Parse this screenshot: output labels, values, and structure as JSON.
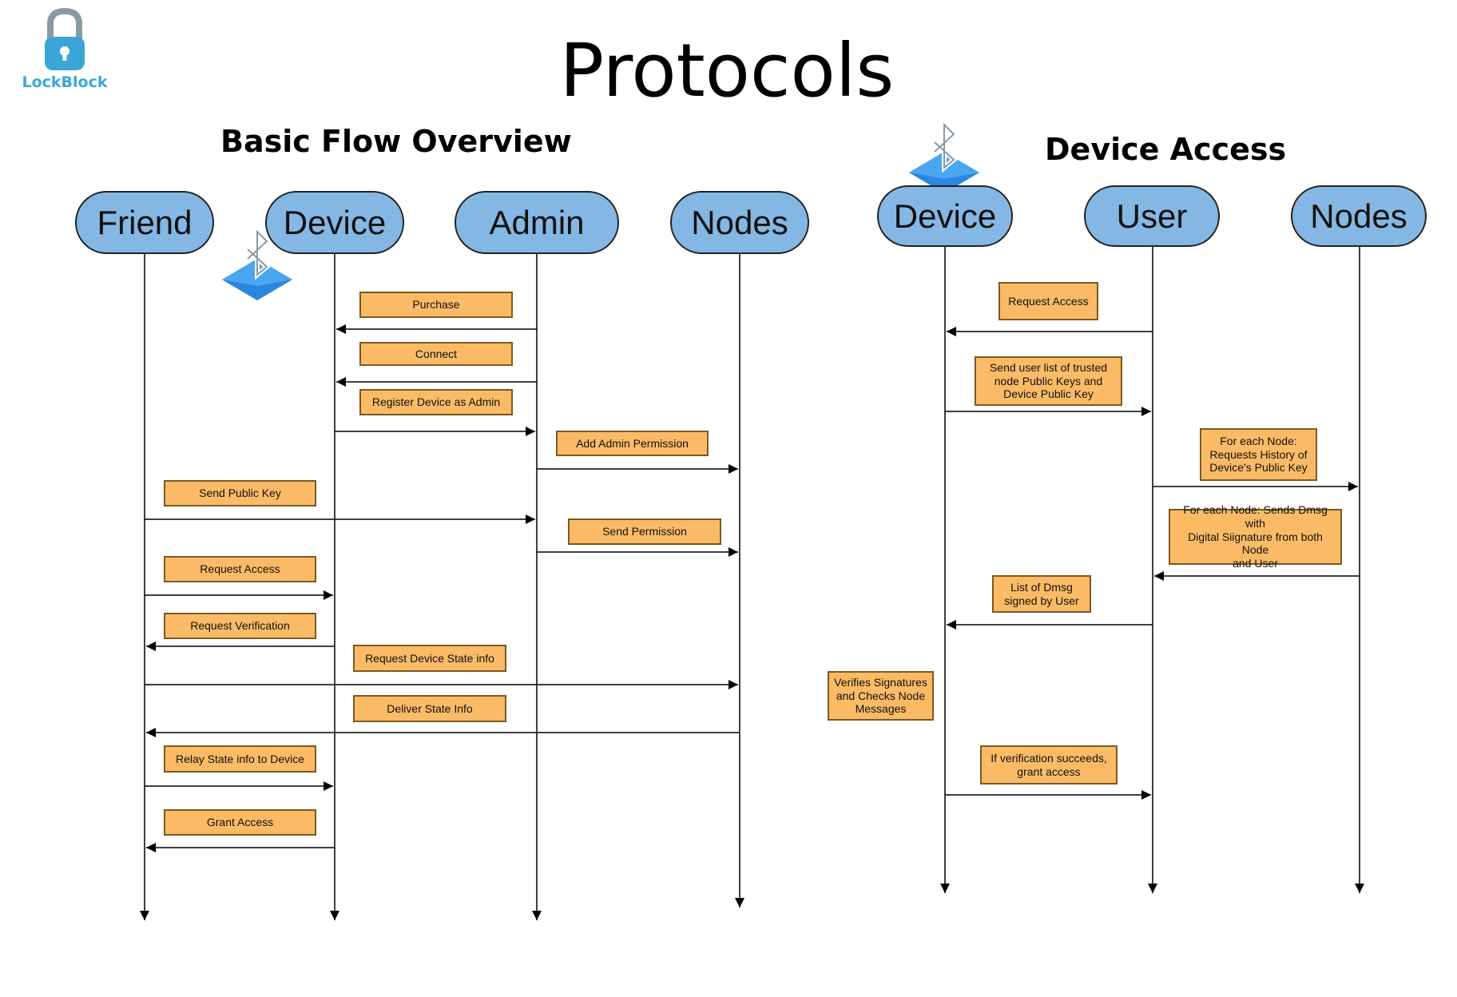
{
  "brand": {
    "logo_text": "LockBlock",
    "logo_icon": "padlock-icon",
    "accent": "#3aa6d8"
  },
  "title": "Protocols",
  "colors": {
    "actor_fill": "#84b7e3",
    "message_fill": "#fbbb66",
    "line": "#000000",
    "bluetooth": "#2a86e0"
  },
  "basic_flow": {
    "title": "Basic Flow Overview",
    "actors": [
      "Friend",
      "Device",
      "Admin",
      "Nodes"
    ],
    "messages": [
      {
        "label": "Purchase",
        "from": "Admin",
        "to": "Device"
      },
      {
        "label": "Connect",
        "from": "Admin",
        "to": "Device"
      },
      {
        "label": "Register Device as Admin",
        "from": "Device",
        "to": "Admin"
      },
      {
        "label": "Add Admin Permission",
        "from": "Admin",
        "to": "Nodes"
      },
      {
        "label": "Send Public Key",
        "from": "Friend",
        "to": "Admin"
      },
      {
        "label": "Send Permission",
        "from": "Admin",
        "to": "Nodes"
      },
      {
        "label": "Request Access",
        "from": "Friend",
        "to": "Device"
      },
      {
        "label": "Request Verification",
        "from": "Device",
        "to": "Friend"
      },
      {
        "label": "Request Device State info",
        "from": "Friend",
        "to": "Nodes"
      },
      {
        "label": "Deliver State Info",
        "from": "Nodes",
        "to": "Friend"
      },
      {
        "label": "Relay State info to Device",
        "from": "Friend",
        "to": "Device"
      },
      {
        "label": "Grant Access",
        "from": "Device",
        "to": "Friend"
      }
    ]
  },
  "device_access": {
    "title": "Device Access",
    "actors": [
      "Device",
      "User",
      "Nodes"
    ],
    "messages": [
      {
        "label": "Request Access",
        "from": "User",
        "to": "Device"
      },
      {
        "label": "Send user list of trusted\nnode Public Keys and\nDevice Public Key",
        "from": "Device",
        "to": "User"
      },
      {
        "label": "For each Node:\nRequests  History of\nDevice's Public Key",
        "from": "User",
        "to": "Nodes"
      },
      {
        "label": "For each Node: Sends Dmsg with\nDigital Siignature from both Node\nand User",
        "from": "Nodes",
        "to": "User"
      },
      {
        "label": "List of Dmsg\nsigned by User",
        "from": "User",
        "to": "Device"
      },
      {
        "label": "Verifies Signatures\nand Checks Node\nMessages",
        "from": "Device",
        "to": "Device"
      },
      {
        "label": "If verification succeeds,\ngrant access",
        "from": "Device",
        "to": "User"
      }
    ]
  }
}
